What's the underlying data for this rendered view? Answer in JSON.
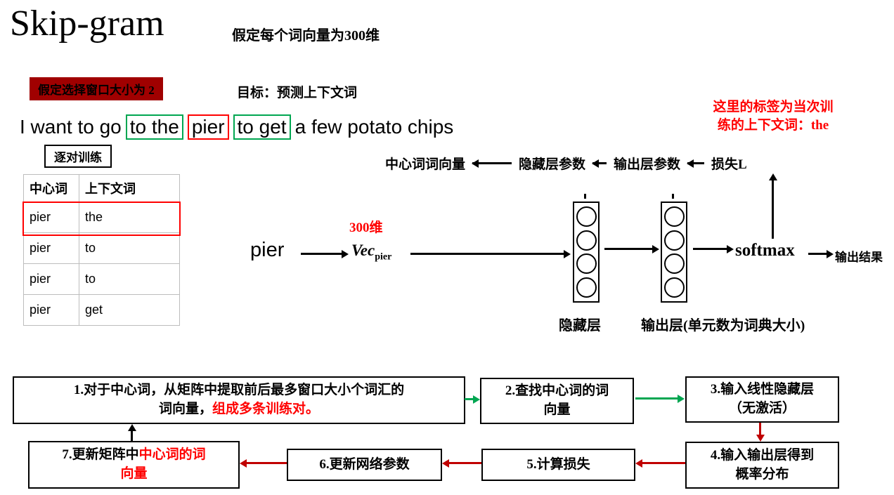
{
  "colors": {
    "dark_red_bg": "#A00000",
    "red": "#FF0000",
    "green": "#00A651",
    "flow_arrow_red": "#C00000"
  },
  "header": {
    "title": "Skip-gram",
    "subtitle": "假定每个词向量为300维"
  },
  "assumptions": {
    "window_note": "假定选择窗口大小为 2",
    "goal": "目标：预测上下文词"
  },
  "label_note": {
    "line1": "这里的标签为当次训",
    "line2": "练的上下文词：the"
  },
  "sentence": {
    "pre": "I want to go",
    "context_left": "to the",
    "center": "pier",
    "context_right": "to get",
    "post": "a few potato chips"
  },
  "pair_training_label": "逐对训练",
  "table": {
    "headers": [
      "中心词",
      "上下文词"
    ],
    "rows": [
      {
        "center": "pier",
        "context": "the"
      },
      {
        "center": "pier",
        "context": "to"
      },
      {
        "center": "pier",
        "context": "to"
      },
      {
        "center": "pier",
        "context": "get"
      }
    ]
  },
  "backprop_chain": {
    "items": [
      "中心词词向量",
      "隐藏层参数",
      "输出层参数",
      "损失L"
    ]
  },
  "network": {
    "input_word": "pier",
    "dim_label": "300维",
    "vec_label": "Vec",
    "vec_sub": "pier",
    "softmax_label": "softmax",
    "output_result": "输出结果",
    "hidden_layer_label": "隐藏层",
    "output_layer_label": "输出层(单元数为词典大小)"
  },
  "flow": {
    "step1": {
      "line1": "1.对于中心词，从矩阵中提取前后最多窗口大小个词汇的",
      "line2_black": "词向量，",
      "line2_red": "组成多条训练对。"
    },
    "step2": {
      "line1": "2.查找中心词的词",
      "line2": "向量"
    },
    "step3": {
      "line1": "3.输入线性隐藏层",
      "line2": "（无激活）"
    },
    "step4": {
      "line1": "4.输入输出层得到",
      "line2": "概率分布"
    },
    "step5": "5.计算损失",
    "step6": "6.更新网络参数",
    "step7": {
      "line1_black": "7.更新矩阵中",
      "line1_red": "中心词的词",
      "line2_red": "向量"
    }
  }
}
